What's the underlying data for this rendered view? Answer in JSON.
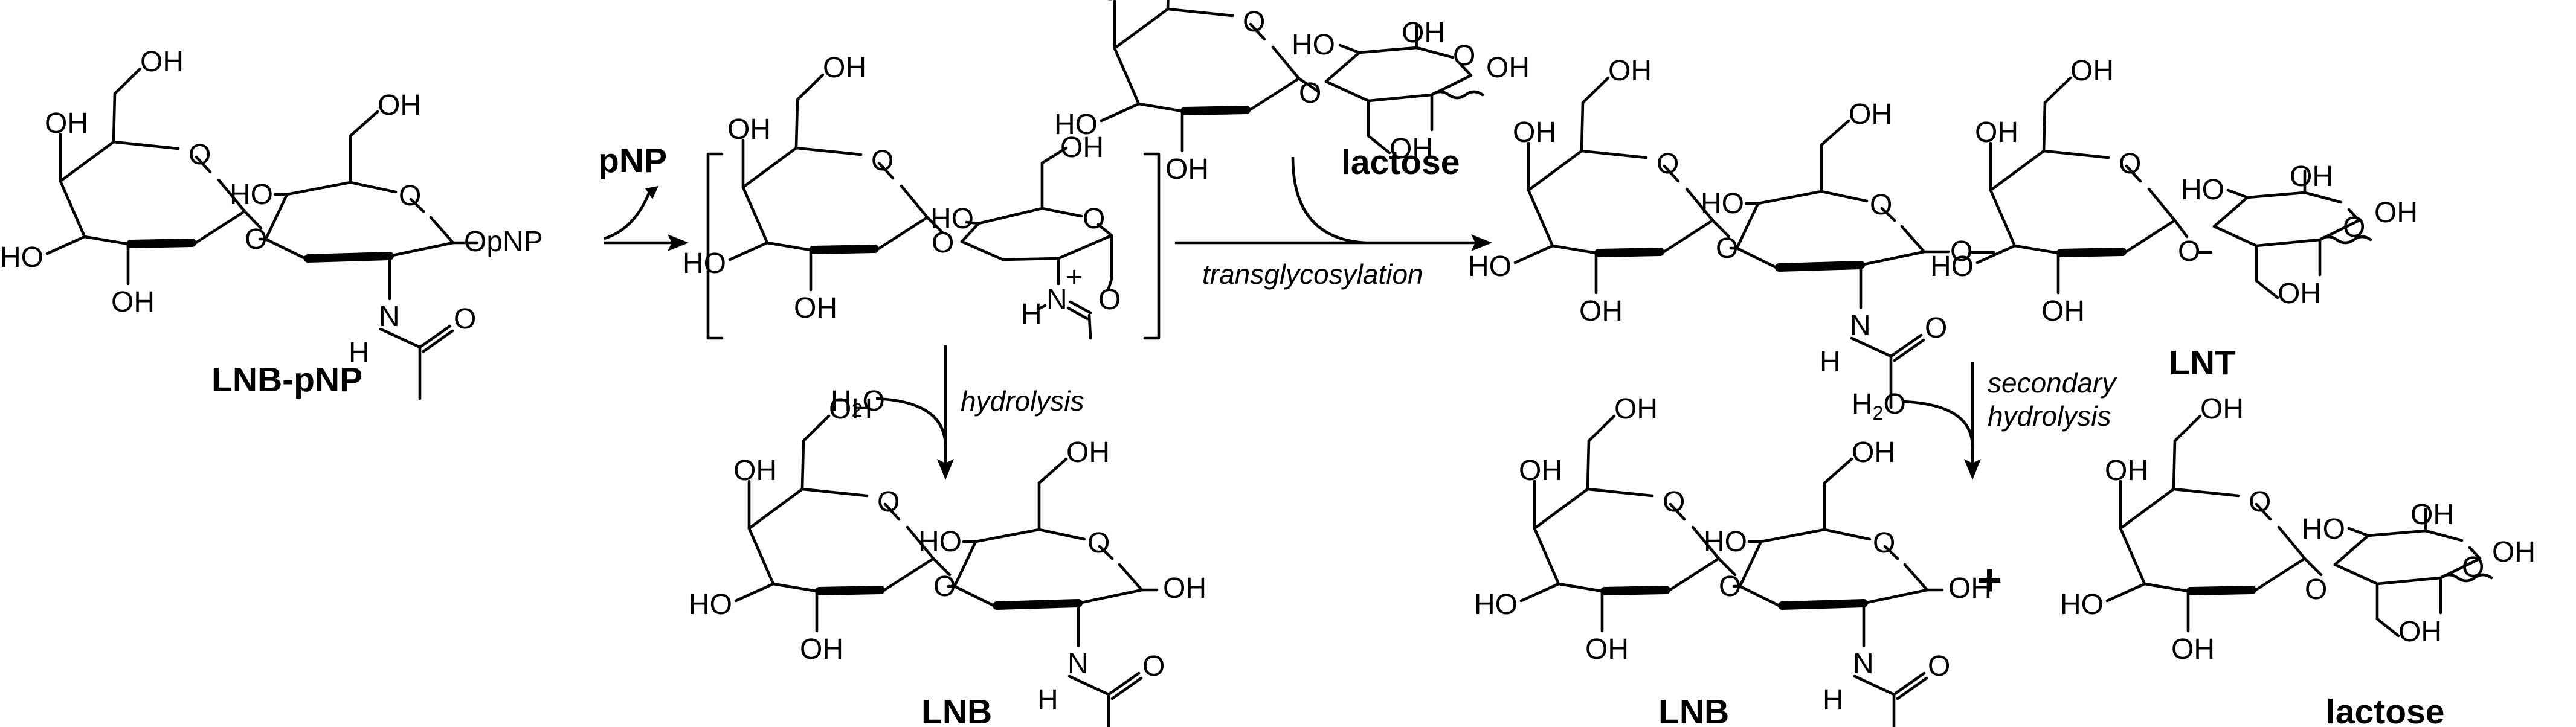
{
  "compounds": {
    "lnb_pnp": "LNB-pNP",
    "pnp": "pNP",
    "lactose_donor": "lactose",
    "lnt": "LNT",
    "lnb_hydrolysis": "LNB",
    "lnb_secondary": "LNB",
    "lactose_product": "lactose"
  },
  "conditions": {
    "transglycosylation": "transglycosylation",
    "hydrolysis": "hydrolysis",
    "secondary_line1": "secondary",
    "secondary_line2": "hydrolysis"
  },
  "reagents": {
    "water_h": "H",
    "water_sub": "2",
    "water_o": "O"
  },
  "plus_sign": "+",
  "atom_labels": {
    "hydroxyl": "OH",
    "hydroxyl_left": "HO",
    "ring_oxygen": "O",
    "nitrogen": "N",
    "hydrogen": "H",
    "p_nitrophenyl": "OpNP",
    "charge": "+",
    "wavy_bond": "~"
  }
}
